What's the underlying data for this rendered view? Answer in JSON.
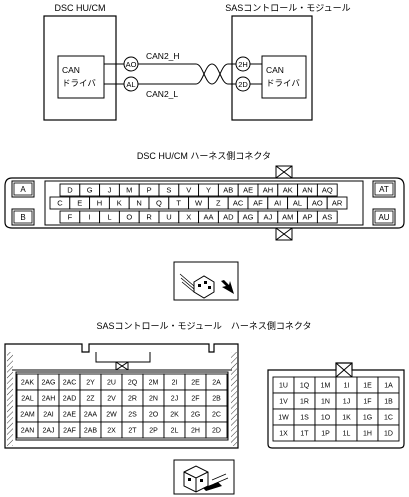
{
  "wiring": {
    "left_module_title": "DSC HU/CM",
    "right_module_title": "SASコントロール・モジュール",
    "left_driver_line1": "CAN",
    "left_driver_line2": "ドライバ",
    "right_driver_line1": "CAN",
    "right_driver_line2": "ドライバ",
    "left_pin_high": "AO",
    "left_pin_low": "AL",
    "right_pin_high": "2H",
    "right_pin_low": "2D",
    "wire_high_label": "CAN2_H",
    "wire_low_label": "CAN2_L"
  },
  "dsc_connector": {
    "title": "DSC HU/CM ハーネス側コネクタ",
    "side_pins": [
      "A",
      "B",
      "AT",
      "AU"
    ],
    "rows": [
      [
        "D",
        "G",
        "J",
        "M",
        "P",
        "S",
        "V",
        "Y",
        "AB",
        "AE",
        "AH",
        "AK",
        "AN",
        "AQ"
      ],
      [
        "C",
        "E",
        "H",
        "K",
        "N",
        "Q",
        "T",
        "W",
        "Z",
        "AC",
        "AF",
        "AI",
        "AL",
        "AO",
        "AR"
      ],
      [
        "F",
        "I",
        "L",
        "O",
        "R",
        "U",
        "X",
        "AA",
        "AD",
        "AG",
        "AJ",
        "AM",
        "AP",
        "AS"
      ]
    ]
  },
  "sas_connector": {
    "title": "SASコントロール・モジュール　ハーネス側コネクタ",
    "left_rows": [
      [
        "2AK",
        "2AG",
        "2AC",
        "2Y",
        "2U",
        "2Q",
        "2M",
        "2I",
        "2E",
        "2A"
      ],
      [
        "2AL",
        "2AH",
        "2AD",
        "2Z",
        "2V",
        "2R",
        "2N",
        "2J",
        "2F",
        "2B"
      ],
      [
        "2AM",
        "2AI",
        "2AE",
        "2AA",
        "2W",
        "2S",
        "2O",
        "2K",
        "2G",
        "2C"
      ],
      [
        "2AN",
        "2AJ",
        "2AF",
        "2AB",
        "2X",
        "2T",
        "2P",
        "2L",
        "2H",
        "2D"
      ]
    ],
    "right_rows": [
      [
        "1U",
        "1Q",
        "1M",
        "1I",
        "1E",
        "1A"
      ],
      [
        "1V",
        "1R",
        "1N",
        "1J",
        "1F",
        "1B"
      ],
      [
        "1W",
        "1S",
        "1O",
        "1K",
        "1G",
        "1C"
      ],
      [
        "1X",
        "1T",
        "1P",
        "1L",
        "1H",
        "1D"
      ]
    ]
  }
}
